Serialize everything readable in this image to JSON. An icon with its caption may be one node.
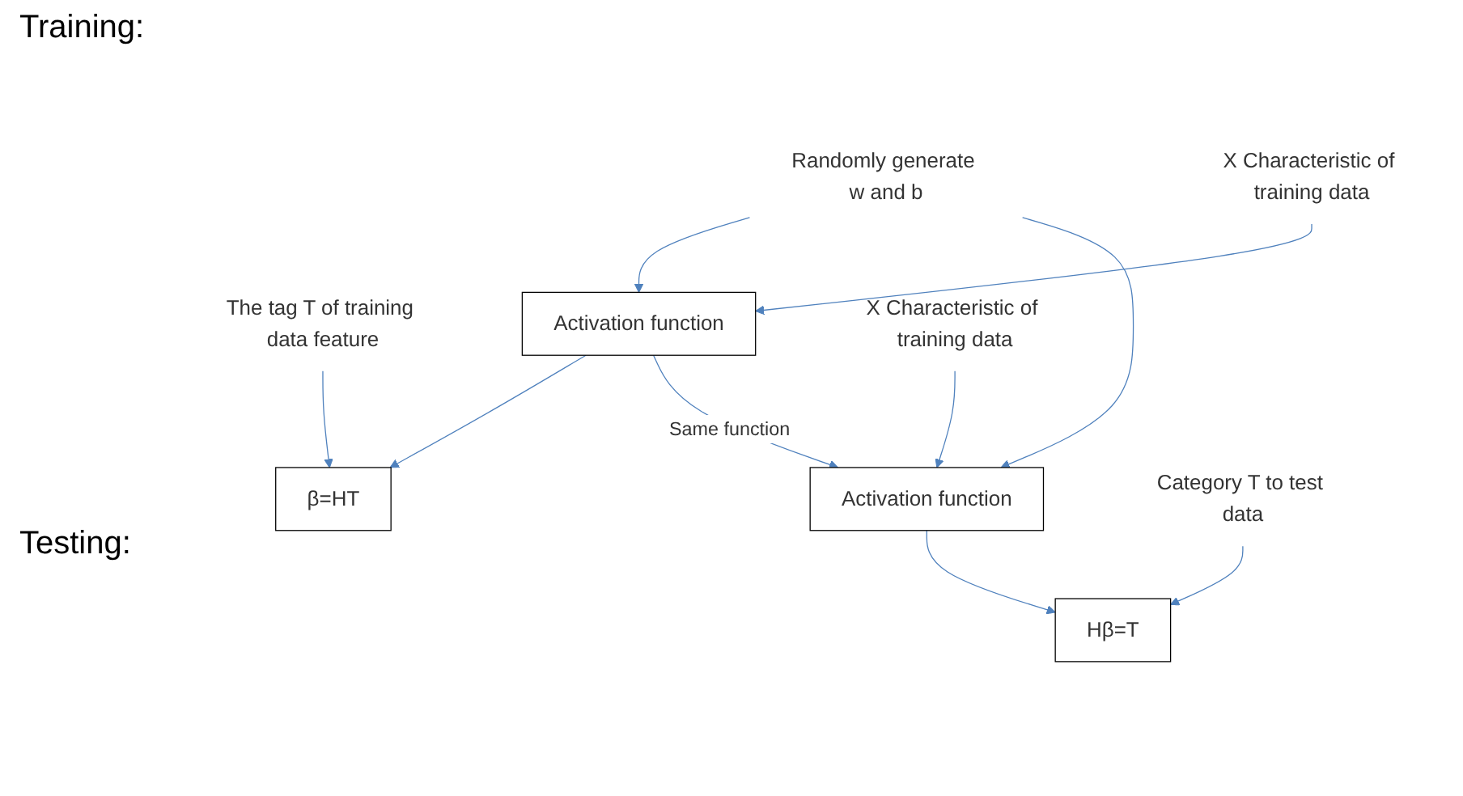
{
  "diagram": {
    "nodes": [
      {
        "text": [
          "Randomly generate w and b"
        ]
      },
      {
        "text": [
          "X Characteristic of training data"
        ]
      },
      {
        "text": [
          "The tag T of training data feature"
        ]
      },
      {
        "text": [
          "Activation function"
        ]
      },
      {
        "text": [
          "β=HT"
        ]
      },
      {
        "text": [
          "Activation function"
        ]
      },
      {
        "text": [
          "Hβ=T"
        ]
      },
      {
        "text": [
          "X Characteristic of training data"
        ]
      },
      {
        "text": [
          "Category T to test data"
        ]
      }
    ],
    "edges": [
      {
        "from": 0,
        "to": 3,
        "arrow": "to"
      },
      {
        "from": 1,
        "to": 3,
        "arrow": "to"
      },
      {
        "from": 3,
        "to": 4,
        "arrow": "to"
      },
      {
        "from": 2,
        "to": 4,
        "arrow": "to"
      },
      {
        "from": 3,
        "to": 5,
        "arrow": "to",
        "label": "Same function"
      },
      {
        "from": 0,
        "to": 5,
        "arrow": "to"
      },
      {
        "from": 5,
        "to": 6,
        "arrow": "to"
      },
      {
        "from": 7,
        "to": 5,
        "arrow": "to"
      },
      {
        "from": 8,
        "to": 6,
        "arrow": "to"
      }
    ],
    "labels": [
      "Training:",
      "Testing:"
    ]
  }
}
